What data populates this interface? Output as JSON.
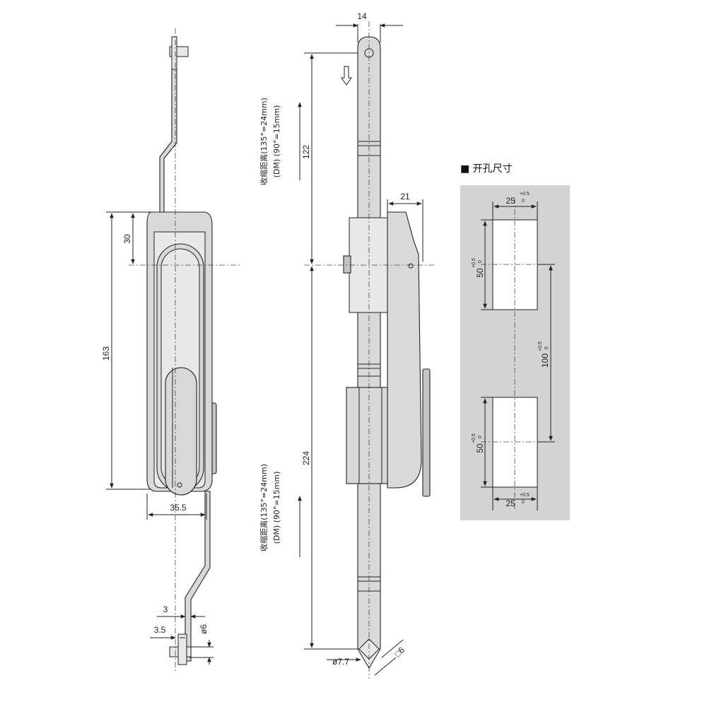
{
  "front_view": {
    "dim_height": "163",
    "dim_offset": "30",
    "dim_width": "35.5",
    "dim_rod_3": "3",
    "dim_rod_3_5": "3.5",
    "dim_rod_dia": "ø6"
  },
  "side_view": {
    "dim_top": "14",
    "dim_upper": "122",
    "dim_lower": "224",
    "dim_depth": "21",
    "dim_bottom_dia": "ø7.7",
    "dim_bottom_sq": "□6",
    "note_top_line1": "收缩距离(135°=24mm)",
    "note_top_line2": "(DM)      (90°=15mm)",
    "note_bottom_line1": "收缩距离(135°=24mm)",
    "note_bottom_line2": "(DM)      (90°=15mm)"
  },
  "cutout": {
    "title": "■ 开孔尺寸",
    "top_width": "25",
    "top_width_tol_upper": "+0.5",
    "top_width_tol_lower": "0",
    "upper_height": "50",
    "upper_height_tol_upper": "+0.5",
    "upper_height_tol_lower": "0",
    "pitch": "100",
    "pitch_tol_upper": "+0.5",
    "pitch_tol_lower": "0",
    "lower_height": "50",
    "lower_height_tol_upper": "+0.5",
    "lower_height_tol_lower": "0",
    "bottom_width": "25",
    "bottom_width_tol_upper": "+0.5",
    "bottom_width_tol_lower": "0",
    "panel_color": "#d3d3d3"
  }
}
